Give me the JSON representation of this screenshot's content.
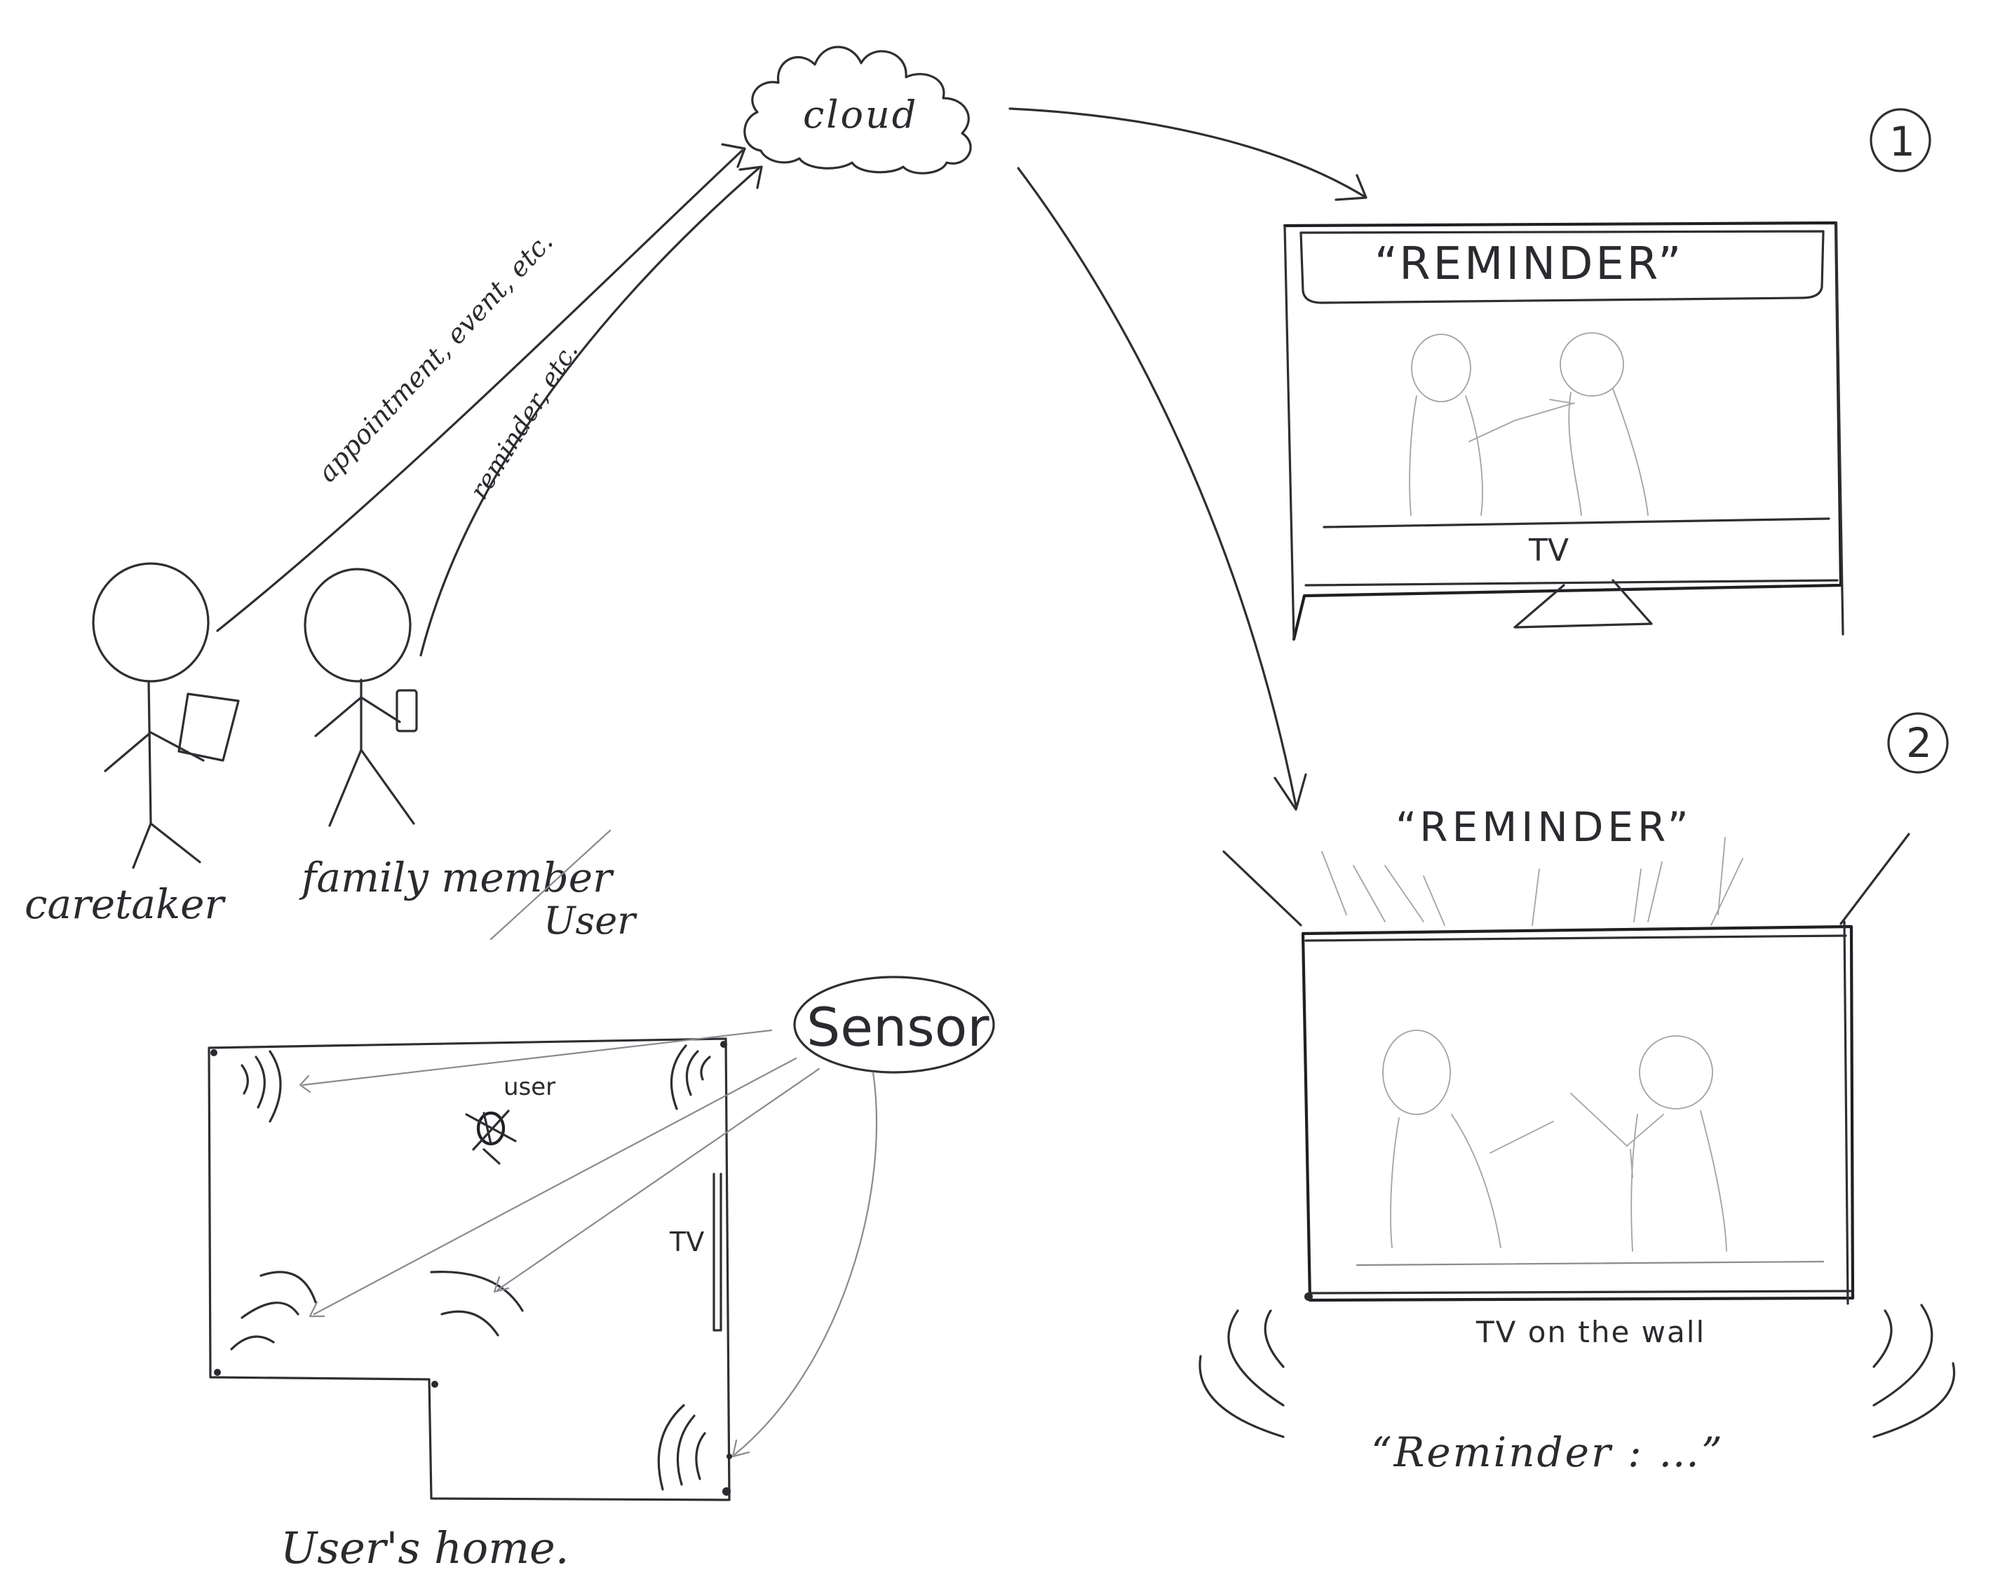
{
  "labels": {
    "cloud": "cloud",
    "caretaker_message": "appointment, event, etc.",
    "family_message": "reminder, etc.",
    "caretaker": "caretaker",
    "family_member": "family member",
    "user_under_family": "User",
    "sensor": "Sensor",
    "user_in_home": "user",
    "tv_in_home": "TV",
    "users_home": "User's home.",
    "scenario1_marker": "1",
    "scenario1_banner": "“REMINDER”",
    "scenario1_tv": "TV",
    "scenario2_marker": "2",
    "scenario2_banner": "“REMINDER”",
    "scenario2_tv": "TV on the wall",
    "scenario2_sound": "“Reminder : …”"
  },
  "colors": {
    "ink": "#2e2e33",
    "light_ink": "#8a8a90",
    "background": "#ffffff"
  }
}
